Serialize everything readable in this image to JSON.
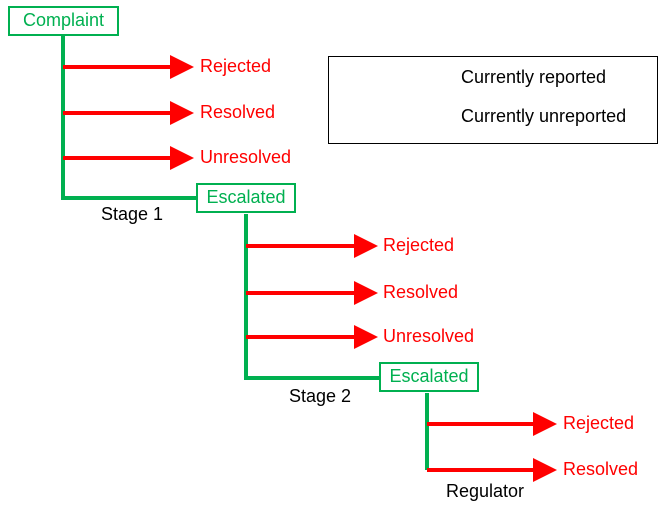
{
  "colors": {
    "reported": "#00b050",
    "unreported": "#ff0000",
    "text": "#000000"
  },
  "nodes": {
    "complaint": "Complaint",
    "escalated_1": "Escalated",
    "escalated_2": "Escalated"
  },
  "stages": {
    "stage1": "Stage 1",
    "stage2": "Stage 2",
    "regulator": "Regulator"
  },
  "outcomes": {
    "stage1": [
      "Rejected",
      "Resolved",
      "Unresolved"
    ],
    "stage2": [
      "Rejected",
      "Resolved",
      "Unresolved"
    ],
    "regulator": [
      "Rejected",
      "Resolved"
    ]
  },
  "legend": {
    "reported": "Currently reported",
    "unreported": "Currently unreported"
  }
}
